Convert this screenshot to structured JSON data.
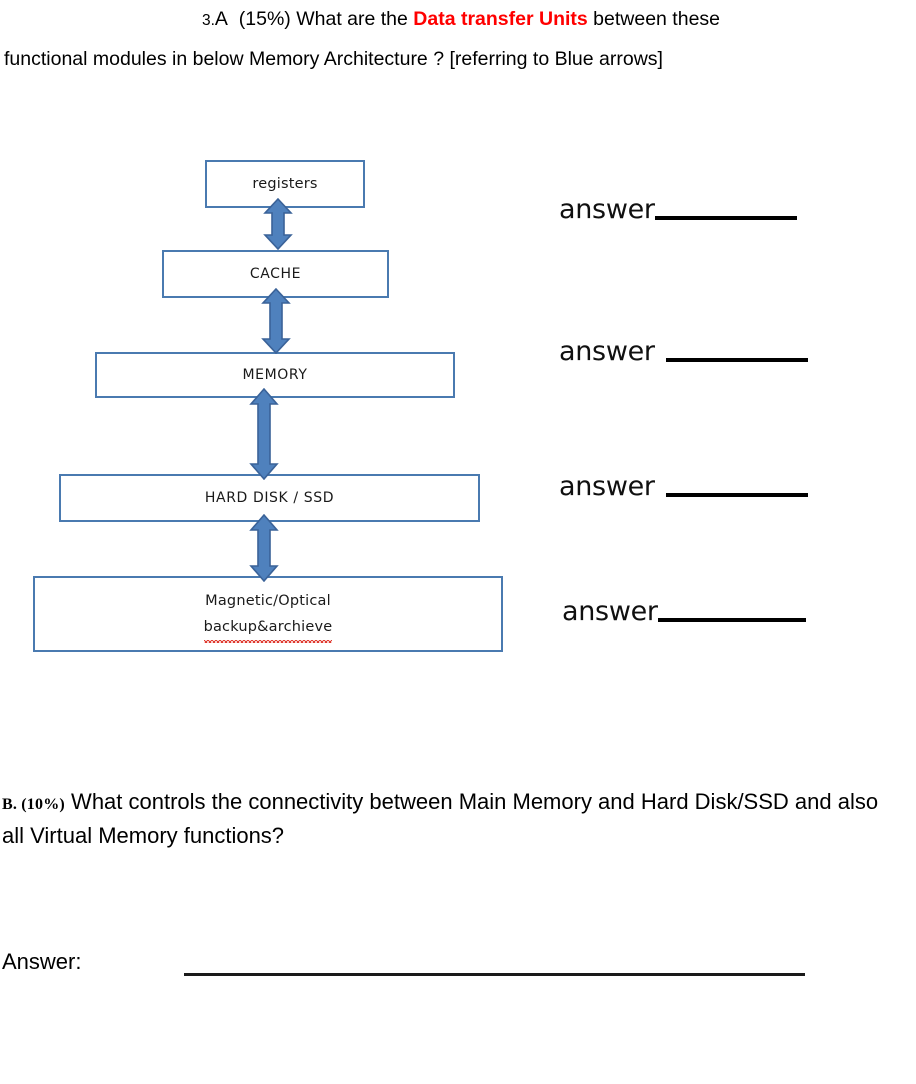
{
  "question_a": {
    "number": "3.",
    "letter": "A",
    "percent": "(15%)",
    "text_before_red": "What are the ",
    "red_text": "Data transfer Units",
    "text_after_red": " between these",
    "line2": "functional modules in below Memory Architecture ? [referring to Blue arrows]"
  },
  "diagram": {
    "boxes": [
      {
        "label": "registers",
        "style": "lowercase"
      },
      {
        "label": "CACHE",
        "style": "caps"
      },
      {
        "label": "MEMORY",
        "style": "caps"
      },
      {
        "label": "HARD DISK  / SSD",
        "style": "caps"
      },
      {
        "label_line1": "Magnetic/Optical",
        "label_line2": "backup&archieve",
        "style": "mixed",
        "misspelled": true
      }
    ],
    "arrows": [
      {
        "name": "registers-cache-arrow",
        "direction": "double-vertical"
      },
      {
        "name": "cache-memory-arrow",
        "direction": "double-vertical"
      },
      {
        "name": "memory-harddisk-arrow",
        "direction": "double-vertical"
      },
      {
        "name": "harddisk-backup-arrow",
        "direction": "double-vertical"
      }
    ],
    "colors": {
      "box_border": "#4a7ab0",
      "arrow_fill": "#4f81bd",
      "arrow_stroke": "#3a6298",
      "box_fill": "#ffffff",
      "spell_underline": "#e03b30"
    }
  },
  "answers": [
    {
      "label": "answer",
      "blank": "__________"
    },
    {
      "label": "answer",
      "blank": "__________"
    },
    {
      "label": "answer",
      "blank": "__________"
    },
    {
      "label": "answer",
      "blank": "__________"
    }
  ],
  "question_b": {
    "prefix": "B. (10%)",
    "text": " What controls the connectivity between Main Memory and Hard Disk/SSD and also all Virtual Memory functions?"
  },
  "final_answer": {
    "label": "Answer:",
    "blank": "_______________________________________"
  }
}
